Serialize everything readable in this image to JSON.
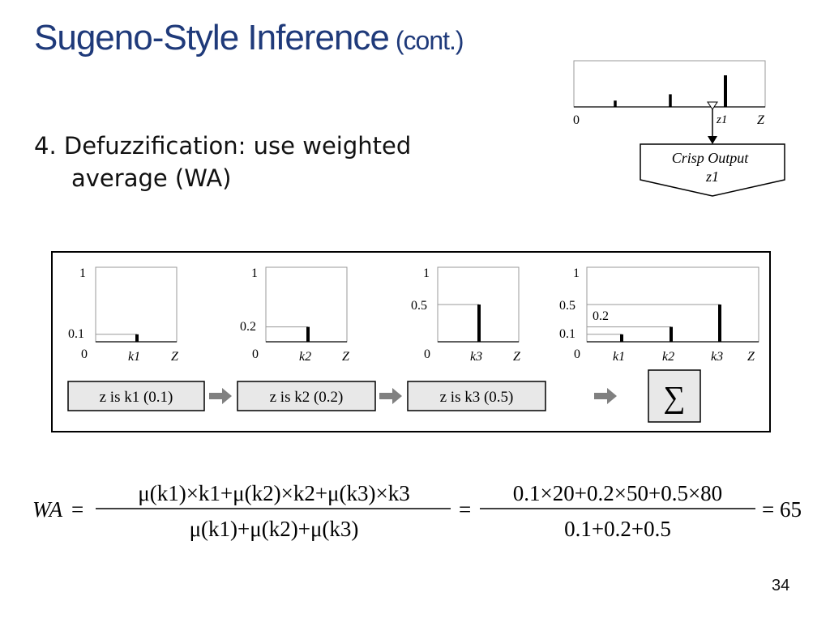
{
  "slide": {
    "title": "Sugeno-Style Inference",
    "title_suffix": "(cont.)",
    "bullet_line1": "4. Defuzzification: use weighted",
    "bullet_line2": "average (WA)",
    "page_number": "34"
  },
  "output_panel": {
    "axis_zero": "0",
    "axis_end": "Z",
    "z1_label": "z1",
    "crisp_label": "Crisp Output",
    "crisp_var": "z1",
    "singleton_heights": [
      0.1,
      0.2,
      0.5
    ]
  },
  "singleton_charts": [
    {
      "y_top": "1",
      "y_zero": "0",
      "level_label": "0.1",
      "x_label": "k1",
      "axis_end": "Z",
      "rule_label": "z is k1 (0.1)",
      "value": 0.1
    },
    {
      "y_top": "1",
      "y_zero": "0",
      "level_label": "0.2",
      "x_label": "k2",
      "axis_end": "Z",
      "rule_label": "z is k2 (0.2)",
      "value": 0.2
    },
    {
      "y_top": "1",
      "y_zero": "0",
      "level_label": "0.5",
      "x_label": "k3",
      "axis_end": "Z",
      "rule_label": "z is k3 (0.5)",
      "value": 0.5
    }
  ],
  "aggregate_chart": {
    "y_top": "1",
    "y_zero": "0",
    "level_labels": [
      "0.5",
      "0.2",
      "0.1"
    ],
    "x_labels": [
      "k1",
      "k2",
      "k3"
    ],
    "axis_end": "Z",
    "values": [
      0.1,
      0.2,
      0.5
    ],
    "sum_symbol": "∑"
  },
  "formula": {
    "lhs": "WA",
    "eq": "=",
    "num1": "μ(k1)×k1+μ(k2)×k2+μ(k3)×k3",
    "den1": "μ(k1)+μ(k2)+μ(k3)",
    "num2": "0.1×20+0.2×50+0.5×80",
    "den2": "0.1+0.2+0.5",
    "result": "= 65"
  },
  "colors": {
    "title": "#1f3a7a",
    "arrow": "#808080",
    "box_fill": "#e8e8e8"
  }
}
